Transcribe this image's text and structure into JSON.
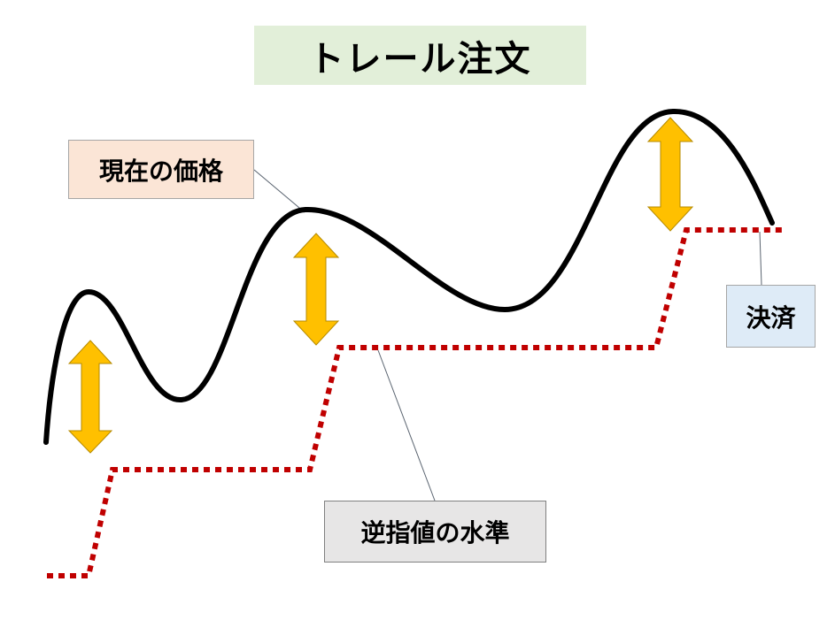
{
  "diagram": {
    "title": "トレール注文",
    "labels": {
      "current_price": "現在の価格",
      "stop_level": "逆指値の水準",
      "settlement": "決済"
    },
    "colors": {
      "title_bg": "#e2efd9",
      "price_label_bg": "#fbe5d6",
      "settlement_label_bg": "#deebf7",
      "stop_label_bg": "#e7e6e6",
      "price_line": "#000000",
      "stop_line": "#c00000",
      "arrow_fill": "#ffc000",
      "arrow_stroke": "#b58a00",
      "connector": "#5a6470"
    },
    "icons": [
      "double-arrow-icon"
    ]
  }
}
